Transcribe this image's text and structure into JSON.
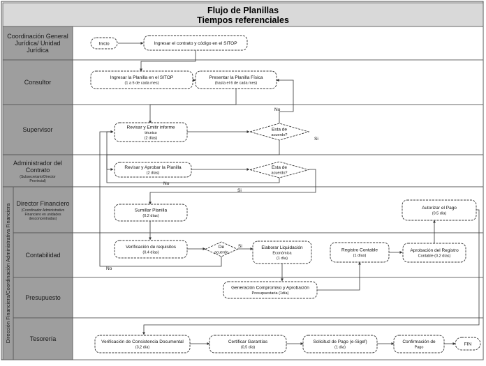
{
  "header": {
    "title": "Flujo de Planillas",
    "subtitle": "Tiempos referenciales"
  },
  "group_label": "Dirección Financiera/Coordinación Administrativa Financiera",
  "lanes": [
    {
      "label": [
        "Coordinación General",
        "Jurídica/ Unidad",
        "Jurídica"
      ],
      "sub": []
    },
    {
      "label": [
        "Consultor"
      ],
      "sub": []
    },
    {
      "label": [
        "Supervisor"
      ],
      "sub": []
    },
    {
      "label": [
        "Administrador del",
        "Contrato"
      ],
      "sub": [
        "(Subsecretario/Director",
        "Provincial)"
      ]
    },
    {
      "label": [
        "Director Financiero"
      ],
      "sub": [
        "(Coordinador Administrativo",
        "Financiero en unidades",
        "desconcentradas)"
      ]
    },
    {
      "label": [
        "Contabilidad"
      ],
      "sub": []
    },
    {
      "label": [
        "Presupuesto"
      ],
      "sub": []
    },
    {
      "label": [
        "Tesorería"
      ],
      "sub": []
    }
  ],
  "nodes": {
    "inicio": {
      "lines": [
        "Inicio"
      ]
    },
    "ingresar_contrato": {
      "lines": [
        "Ingresar el contrato y código  en el SITOP"
      ]
    },
    "ingresar_planilla": {
      "lines": [
        "Ingresar la Planilla en el SITOP",
        "(1 a 5 de cada mes)"
      ]
    },
    "presentar_planilla": {
      "lines": [
        "Presentar la Planilla Física",
        "(hasta el 6 de cada mes)"
      ]
    },
    "revisar_emitir": {
      "lines": [
        "Revisar y Emitir  informe",
        "técnico",
        "(2 días)"
      ]
    },
    "esta_acuerdo_1": {
      "lines": [
        "Esta de",
        "acuerdo?"
      ]
    },
    "revisar_aprobar": {
      "lines": [
        "Revisar y Aprobar la Planilla",
        "(2 días)"
      ]
    },
    "esta_acuerdo_2": {
      "lines": [
        "Esta de",
        "acuerdo?"
      ]
    },
    "sumillar": {
      "lines": [
        "Sumillar Planilla",
        "(0.2 días)"
      ]
    },
    "autorizar_pago": {
      "lines": [
        "Autorizar el Pago",
        "(0.5 día)"
      ]
    },
    "verificacion_requisitos": {
      "lines": [
        "Verificación de requisitos",
        "(0.4 días)"
      ]
    },
    "de_acuerdo": {
      "lines": [
        "De",
        "acuerdo"
      ]
    },
    "elaborar_liquidacion": {
      "lines": [
        "Elaborar Liquidación",
        "Económica",
        "(1 día)"
      ]
    },
    "registro_contable": {
      "lines": [
        "Registro Contable",
        "(1 días)"
      ]
    },
    "aprobacion_registro": {
      "lines": [
        "Aprobación del Registro",
        "Contable          (0.2 días)"
      ]
    },
    "generacion_compromiso": {
      "lines": [
        "Generación Compromiso y Aprobación",
        "Presupuestaria (1día)"
      ]
    },
    "verificacion_consistencia": {
      "lines": [
        "Verificación de Consistencia Documental",
        "(3,2 día)"
      ]
    },
    "certificar_garantias": {
      "lines": [
        "Certificar Garantías",
        "(0,5 día)"
      ]
    },
    "solicitud_pago": {
      "lines": [
        "Solicitud de Pago (e-Sigef)",
        "(1 día)"
      ]
    },
    "confirmacion_pago": {
      "lines": [
        "Confirmación de",
        "Pago"
      ]
    },
    "fin": {
      "lines": [
        "FIN"
      ]
    }
  },
  "edge_labels": {
    "no_1": "No",
    "si_1": "Si",
    "no_2": "No",
    "si_2": "Si",
    "si_3": "Si",
    "no_3": "No"
  },
  "colors": {
    "lane_header_fill": "#9e9e9e",
    "lane_header_border": "#555555",
    "title_fill": "#d9d9d9",
    "node_fill": "#ffffff",
    "node_stroke": "#333333"
  }
}
